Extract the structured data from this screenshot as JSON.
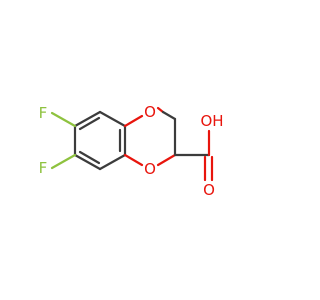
{
  "molecule": {
    "labels": {
      "fluorine_top": "F",
      "fluorine_bottom": "F",
      "oxygen_ring_top": "O",
      "oxygen_ring_bottom": "O",
      "hydroxyl": "OH",
      "carbonyl_oxygen": "O"
    },
    "colors": {
      "bond": "#3c3c3c",
      "oxygen": "#e8150d",
      "fluorine": "#8ec23f"
    }
  }
}
